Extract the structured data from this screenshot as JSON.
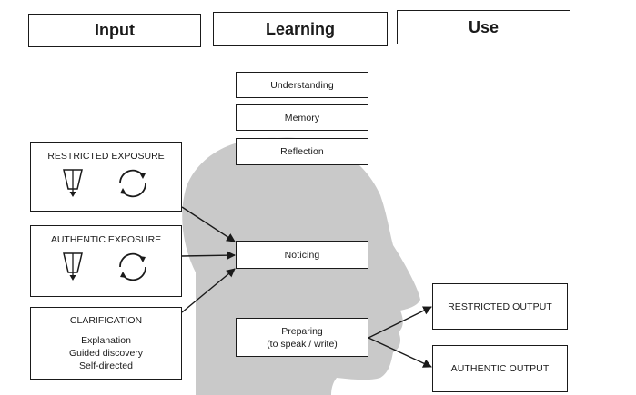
{
  "headers": {
    "input": "Input",
    "learning": "Learning",
    "use": "Use"
  },
  "learning": {
    "understanding": "Understanding",
    "memory": "Memory",
    "reflection": "Reflection",
    "noticing": "Noticing",
    "preparing_line1": "Preparing",
    "preparing_line2": "(to speak / write)"
  },
  "input": {
    "restricted_exposure": "RESTRICTED EXPOSURE",
    "authentic_exposure": "AUTHENTIC EXPOSURE",
    "clarification": {
      "title": "CLARIFICATION",
      "items": [
        "Explanation",
        "Guided discovery",
        "Self-directed"
      ]
    }
  },
  "use": {
    "restricted_output": "RESTRICTED OUTPUT",
    "authentic_output": "AUTHENTIC OUTPUT"
  },
  "colors": {
    "head": "#c9c9c9",
    "line": "#1a1a1a",
    "box_fill": "#ffffff"
  },
  "icons": [
    "funnel-icon",
    "cycle-icon"
  ]
}
